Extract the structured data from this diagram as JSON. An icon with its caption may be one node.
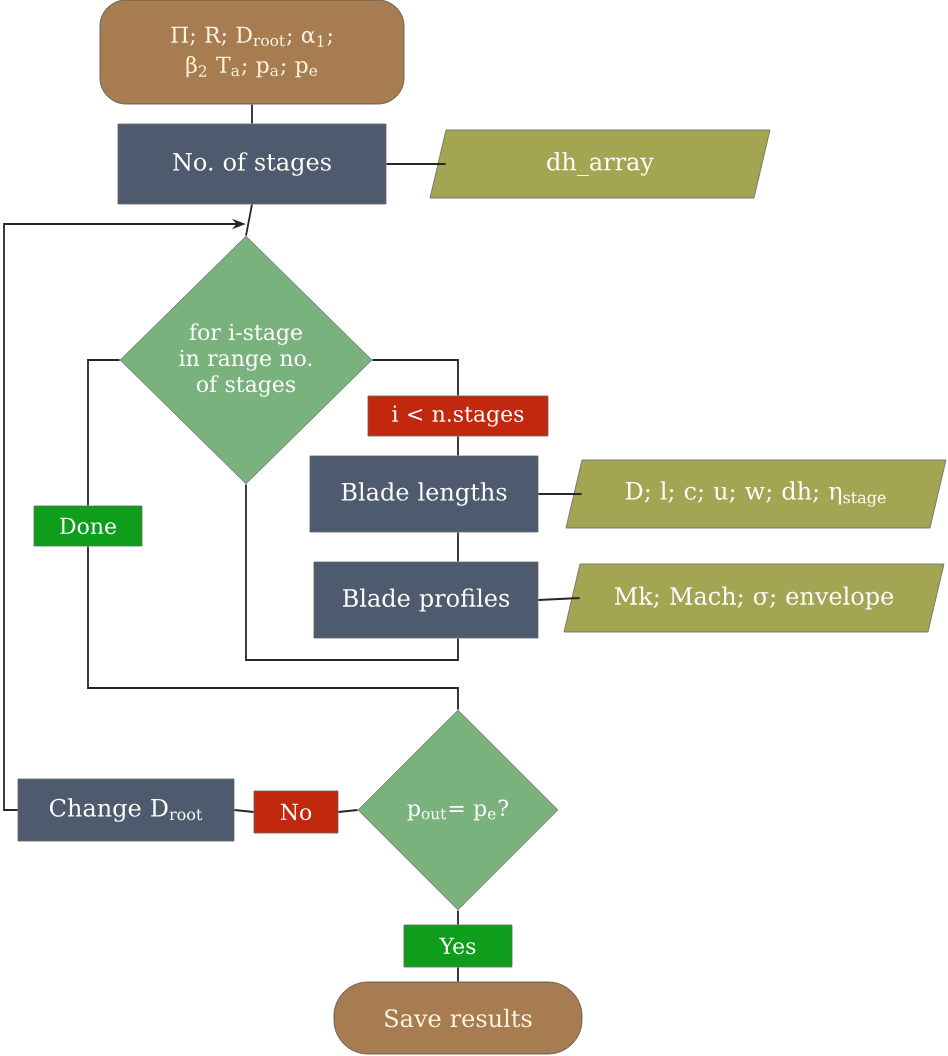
{
  "diagram": {
    "nodes": [
      {
        "text": [
          "Π; R; D$_{root}$; α$_{1}$; β$_{2}$ T$_{a}$; p$_{a}$; p$_{e}$"
        ]
      },
      {
        "text": [
          "No. of stages"
        ]
      },
      {
        "text": [
          "dh_array"
        ]
      },
      {
        "text": [
          "for i-stage in range no. of stages"
        ]
      },
      {
        "text": [
          "i < n.stages"
        ]
      },
      {
        "text": [
          "Blade lengths"
        ]
      },
      {
        "text": [
          "D; l; c; u; w; dh; η$_{stage}$"
        ]
      },
      {
        "text": [
          "Blade profiles"
        ]
      },
      {
        "text": [
          "Mk; Mach; σ; envelope"
        ]
      },
      {
        "text": [
          "Done"
        ]
      },
      {
        "text": [
          "p$_{out}$= p$_{e}$?"
        ]
      },
      {
        "text": [
          "No"
        ]
      },
      {
        "text": [
          "Change D$_{root}$"
        ]
      },
      {
        "text": [
          "Yes"
        ]
      },
      {
        "text": [
          "Save results"
        ]
      }
    ],
    "edges": [
      {
        "from": 0,
        "to": 1,
        "arrow": "none"
      },
      {
        "from": 1,
        "to": 2,
        "arrow": "none"
      },
      {
        "from": 1,
        "to": 3,
        "arrow": "none"
      },
      {
        "from": 3,
        "to": 4,
        "arrow": "none"
      },
      {
        "from": 4,
        "to": 5,
        "arrow": "none"
      },
      {
        "from": 5,
        "to": 6,
        "arrow": "none"
      },
      {
        "from": 5,
        "to": 7,
        "arrow": "none"
      },
      {
        "from": 7,
        "to": 8,
        "arrow": "none"
      },
      {
        "from": 7,
        "to": 3,
        "arrow": "none"
      },
      {
        "from": 3,
        "to": 9,
        "arrow": "none"
      },
      {
        "from": 9,
        "to": 10,
        "arrow": "none"
      },
      {
        "from": 10,
        "to": 11,
        "arrow": "none"
      },
      {
        "from": 11,
        "to": 12,
        "arrow": "none"
      },
      {
        "from": 12,
        "to": 3,
        "arrow": "to"
      },
      {
        "from": 10,
        "to": 13,
        "arrow": "none"
      },
      {
        "from": 13,
        "to": 14,
        "arrow": "none"
      }
    ]
  }
}
